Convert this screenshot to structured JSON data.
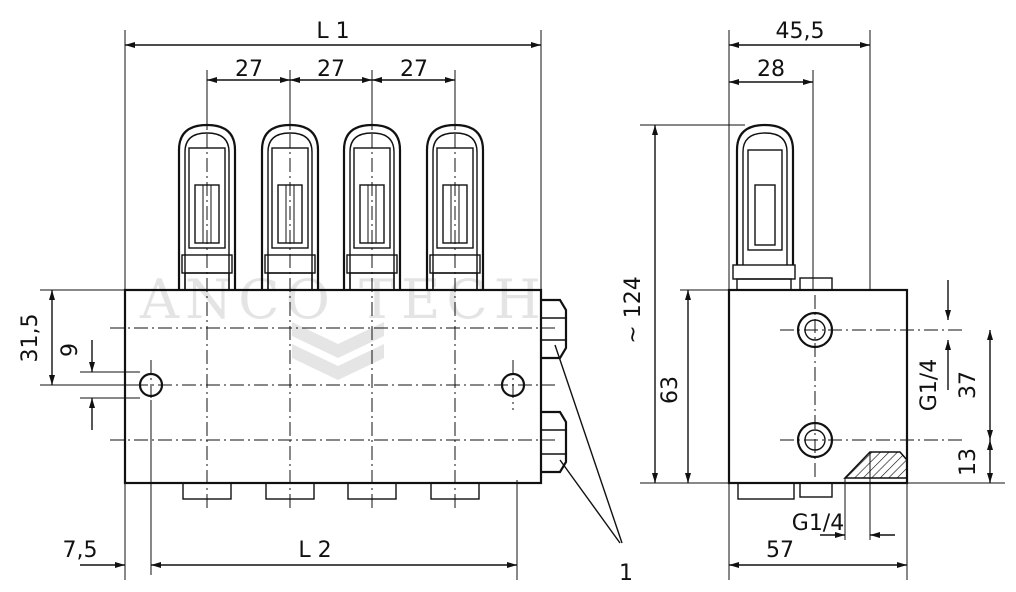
{
  "dimensions": {
    "L1": "L 1",
    "L2": "L 2",
    "pitch": "27",
    "width_total": "45,5",
    "width_part": "28",
    "height_total": "~ 124",
    "height_body": "63",
    "height_left": "31,5",
    "hole_offset": "9",
    "offset_left": "7,5",
    "thread_top": "G1/4",
    "thread_bottom": "G1/4",
    "port_spacing": "37",
    "port_bottom": "13",
    "depth_bottom": "57"
  },
  "callout": "1",
  "watermark": "ANCO TECH",
  "colors": {
    "ink": "#111111",
    "watermark": "#cfcfcf"
  }
}
